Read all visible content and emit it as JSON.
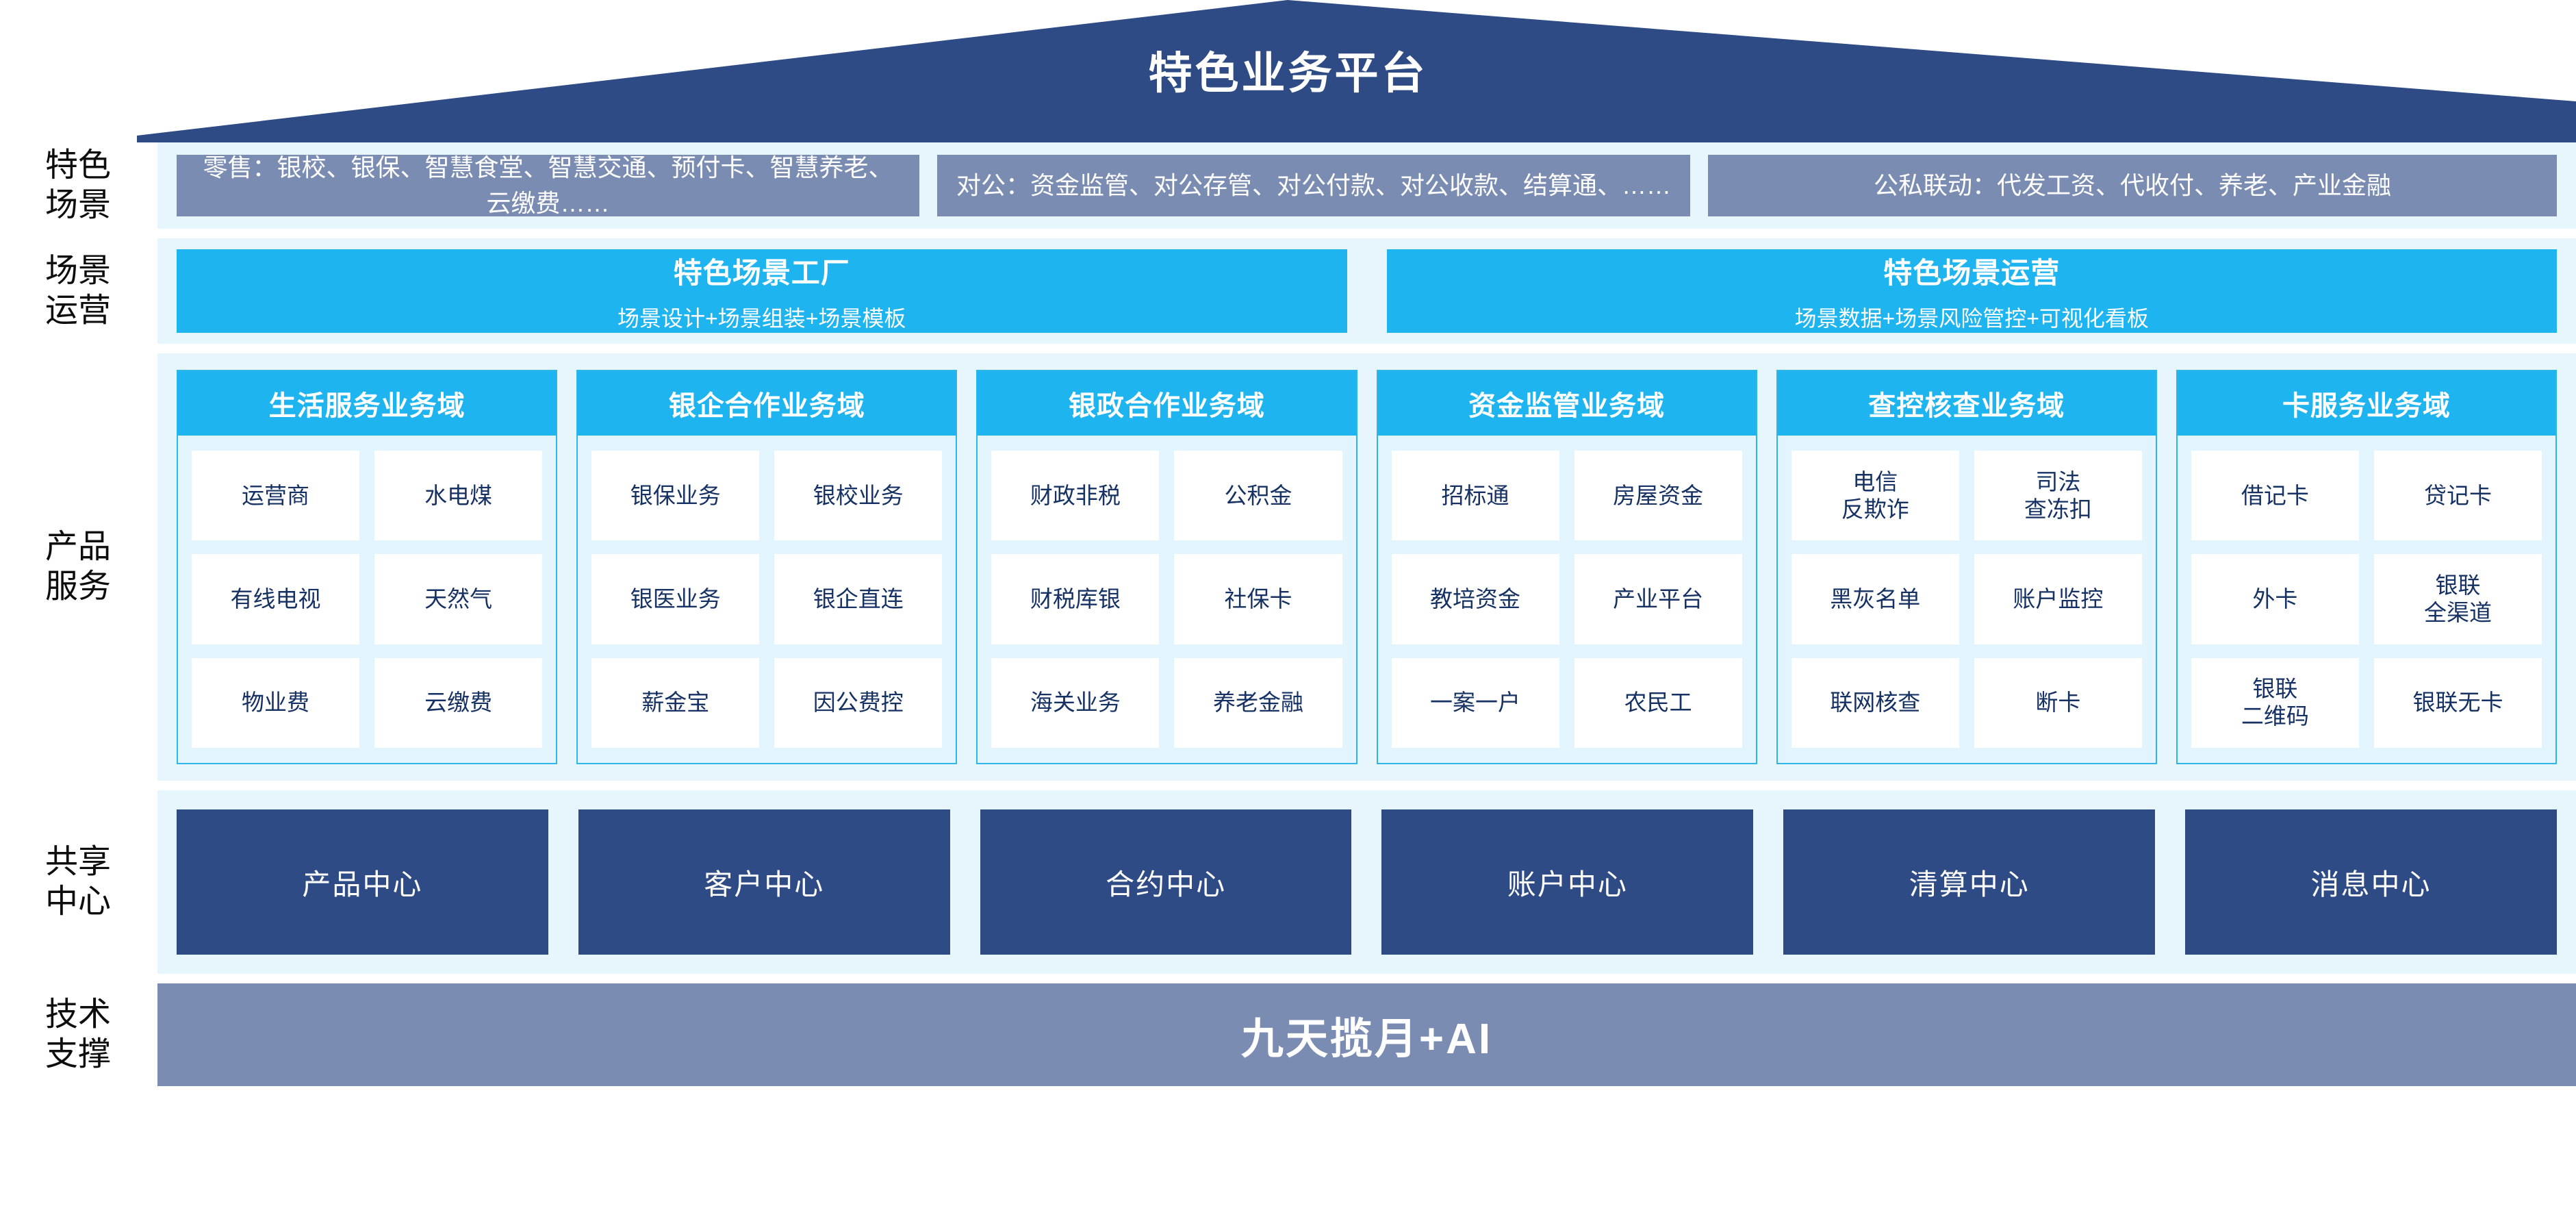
{
  "header": {
    "title": "特色业务平台"
  },
  "rail": {
    "items": [
      {
        "id": "scenarios",
        "lines": [
          "特色",
          "场景"
        ]
      },
      {
        "id": "operations",
        "lines": [
          "场景",
          "运营"
        ]
      },
      {
        "id": "products",
        "lines": [
          "产品",
          "服务"
        ]
      },
      {
        "id": "shared",
        "lines": [
          "共享",
          "中心"
        ]
      },
      {
        "id": "tech",
        "lines": [
          "技术",
          "支撑"
        ]
      }
    ]
  },
  "scenarios": {
    "boxes": [
      {
        "id": "retail",
        "text": "零售：银校、银保、智慧食堂、智慧交通、预付卡、智慧养老、云缴费……"
      },
      {
        "id": "corporate",
        "text": "对公：资金监管、对公存管、对公付款、对公收款、结算通、……"
      },
      {
        "id": "linkage",
        "text": "公私联动：代发工资、代收付、养老、产业金融"
      }
    ]
  },
  "operations": {
    "boxes": [
      {
        "id": "scene-factory",
        "title": "特色场景工厂",
        "subtitle": "场景设计+场景组装+场景模板"
      },
      {
        "id": "scene-operation",
        "title": "特色场景运营",
        "subtitle": "场景数据+场景风险管控+可视化看板"
      }
    ]
  },
  "products": {
    "columns": [
      {
        "id": "life-service",
        "title": "生活服务业务域",
        "items": [
          "运营商",
          "水电煤",
          "有线电视",
          "天然气",
          "物业费",
          "云缴费"
        ]
      },
      {
        "id": "bank-enterprise",
        "title": "银企合作业务域",
        "items": [
          "银保业务",
          "银校业务",
          "银医业务",
          "银企直连",
          "薪金宝",
          "因公费控"
        ]
      },
      {
        "id": "bank-government",
        "title": "银政合作业务域",
        "items": [
          "财政非税",
          "公积金",
          "财税库银",
          "社保卡",
          "海关业务",
          "养老金融"
        ]
      },
      {
        "id": "fund-supervision",
        "title": "资金监管业务域",
        "items": [
          "招标通",
          "房屋资金",
          "教培资金",
          "产业平台",
          "一案一户",
          "农民工"
        ]
      },
      {
        "id": "investigation",
        "title": "查控核查业务域",
        "items": [
          "电信\n反欺诈",
          "司法\n查冻扣",
          "黑灰名单",
          "账户监控",
          "联网核查",
          "断卡"
        ]
      },
      {
        "id": "card-service",
        "title": "卡服务业务域",
        "items": [
          "借记卡",
          "贷记卡",
          "外卡",
          "银联\n全渠道",
          "银联\n二维码",
          "银联无卡"
        ]
      }
    ]
  },
  "shared_centers": {
    "boxes": [
      {
        "id": "product-center",
        "label": "产品中心"
      },
      {
        "id": "customer-center",
        "label": "客户中心"
      },
      {
        "id": "contract-center",
        "label": "合约中心"
      },
      {
        "id": "account-center",
        "label": "账户中心"
      },
      {
        "id": "clearing-center",
        "label": "清算中心"
      },
      {
        "id": "message-center",
        "label": "消息中心"
      }
    ]
  },
  "tech_support": {
    "label": "九天揽月+AI"
  },
  "colors": {
    "roof_navy": "#2e4b85",
    "band_bg": "#e7f6fd",
    "scenario_box": "#7b8cb2",
    "cyan": "#1eb4ef",
    "domain_border": "#2fb6e9",
    "domain_inner_bg": "#e2f4fd",
    "cell_bg": "#ffffff",
    "cell_text": "#163163",
    "shared_navy": "#2e4b85",
    "tech_bar": "#7b8cb2"
  }
}
